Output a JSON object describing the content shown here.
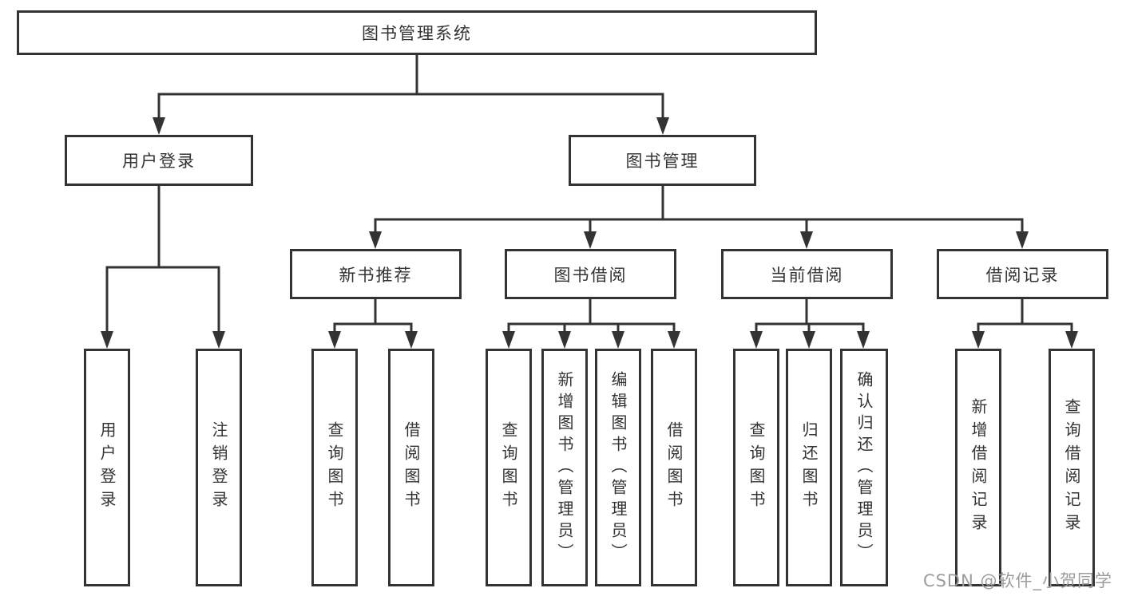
{
  "colors": {
    "background": "#ffffff",
    "line": "#333333",
    "node_border": "#333333",
    "node_fill": "#ffffff",
    "text": "#333333",
    "watermark": "#9c9c9c"
  },
  "diagram": {
    "root": {
      "label": "图书管理系统"
    },
    "level2": [
      {
        "label": "用户登录",
        "parent": "图书管理系统"
      },
      {
        "label": "图书管理",
        "parent": "图书管理系统"
      }
    ],
    "level3": [
      {
        "label": "新书推荐",
        "parent": "图书管理"
      },
      {
        "label": "图书借阅",
        "parent": "图书管理"
      },
      {
        "label": "当前借阅",
        "parent": "图书管理"
      },
      {
        "label": "借阅记录",
        "parent": "图书管理"
      }
    ],
    "leaves": [
      {
        "label": "用户登录",
        "parent": "用户登录"
      },
      {
        "label": "注销登录",
        "parent": "用户登录"
      },
      {
        "label": "查询图书",
        "parent": "新书推荐"
      },
      {
        "label": "借阅图书",
        "parent": "新书推荐"
      },
      {
        "label": "查询图书",
        "parent": "图书借阅"
      },
      {
        "label": "新增图书（管理员）",
        "parent": "图书借阅"
      },
      {
        "label": "编辑图书（管理员）",
        "parent": "图书借阅"
      },
      {
        "label": "借阅图书",
        "parent": "图书借阅"
      },
      {
        "label": "查询图书",
        "parent": "当前借阅"
      },
      {
        "label": "归还图书",
        "parent": "当前借阅"
      },
      {
        "label": "确认归还（管理员）",
        "parent": "当前借阅"
      },
      {
        "label": "新增借阅记录",
        "parent": "借阅记录"
      },
      {
        "label": "查询借阅记录",
        "parent": "借阅记录"
      }
    ]
  },
  "watermark": {
    "text": "CSDN @软件_小贺同学"
  }
}
